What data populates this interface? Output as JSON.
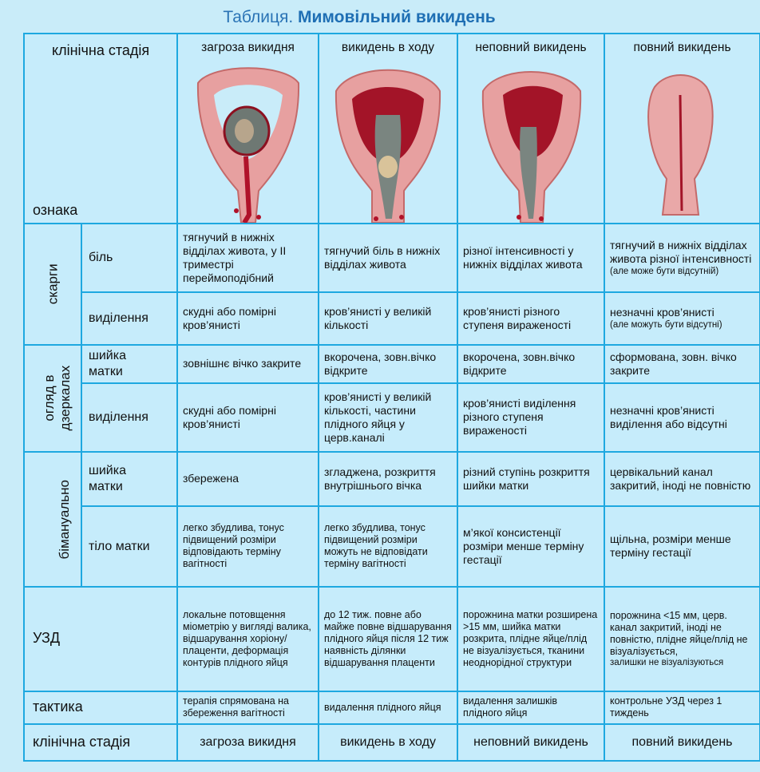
{
  "title_prefix": "Таблиця. ",
  "title_main": "Мимовільний викидень",
  "corner_top": "клінічна стадія",
  "corner_bottom": "ознака",
  "stages": [
    "загроза викидня",
    "викидень  в ходу",
    "неповний викидень",
    "повний викидень"
  ],
  "groups": {
    "complaints": "скарги",
    "speculum_line1": "огляд в",
    "speculum_line2": "дзеркалах",
    "bimanual": "бімануально",
    "usg": "УЗД",
    "tactics": "тактика",
    "footer_label": "клінічна стадія"
  },
  "sub": {
    "pain": "біль",
    "discharge": "виділення",
    "cervix_1": "шийка",
    "cervix_2": "матки",
    "discharge2": "виділення",
    "bcervix_1": "шийка",
    "bcervix_2": "матки",
    "body": "тіло матки"
  },
  "rows": {
    "pain": [
      "тягнучий в нижніх відділах живота, у ІІ триместрі переймоподібний",
      "тягнучий біль в нижніх відділах живота",
      "різної інтенсивності  у нижніх відділах живота",
      "тягнучий в нижніх відділах живота різної інтенсивності"
    ],
    "pain_note": "(але може бути відсутній)",
    "discharge": [
      "скудні або помірні кров’янисті",
      "кров’янисті у великій кількості",
      "кров’янисті різного ступеня вираженості",
      "незначні кров’янисті"
    ],
    "discharge_note": "(але можуть бути відсутні)",
    "cervix": [
      "зовнішнє вічко закрите",
      "вкорочена, зовн.вічко відкрите",
      "вкорочена, зовн.вічко відкрите",
      "сформована, зовн. вічко закрите"
    ],
    "discharge2": [
      "скудні або помірні кров’янисті",
      "кров’янисті у великій кількості, частини плідного яйця у церв.каналі",
      "кров’янисті виділення різного ступеня вираженості",
      "незначні кров’янисті виділення або відсутні"
    ],
    "bcervix": [
      "збережена",
      "згладжена, розкриття внутрішнього вічка",
      "різний ступінь розкриття шийки матки",
      "цервікальний канал закритий, іноді не повністю"
    ],
    "body": [
      "легко збудлива, тонус підвищений розміри відповідають терміну вагітності",
      "легко збудлива, тонус підвищений розміри можуть не відповідати терміну вагітності",
      "м’якої консистенції розміри менше терміну гестації",
      "щільна, розміри менше терміну гестації"
    ],
    "usg": [
      "локальне потовщення міометрію у вигляді валика, відшарування хоріону/плаценти, деформація контурів плідного яйця",
      "до 12 тиж. повне або майже повне відшарування плідного яйця після 12 тиж наявність ділянки відшарування плаценти",
      "порожнина матки розширена >15 мм, шийка матки розкрита, плідне яйце/плід не візуалізується, тканини неоднорідної структури",
      "порожнина <15 мм, церв. канал закритий, іноді не повністю, плідне яйце/плід не візуалізується,"
    ],
    "usg_note": "залишки не візуалізуються",
    "tactics": [
      "терапія спрямована на збереження вагітності",
      "видалення плідного яйця",
      "видалення залишків плідного яйця",
      "контрольне УЗД через 1 тиждень"
    ]
  },
  "colors": {
    "border": "#1ea8e0",
    "cell": "#c6ecfb",
    "title": "#1f6fb4",
    "blood": "#b0122a",
    "tissue": "#e7a0a0"
  }
}
